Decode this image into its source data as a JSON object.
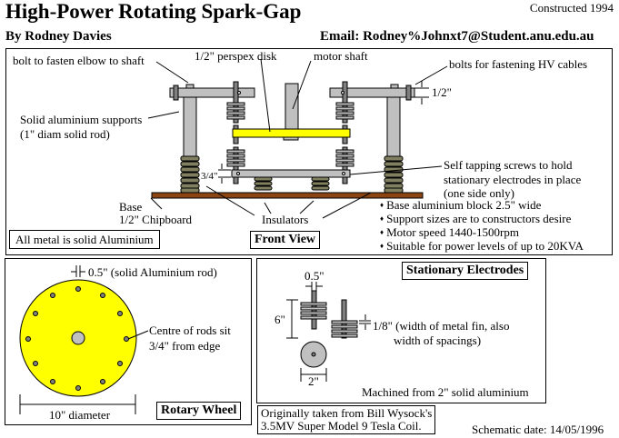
{
  "header": {
    "title": "High-Power Rotating Spark-Gap",
    "constructed": "Constructed 1994",
    "author": "By Rodney Davies",
    "email": "Email: Rodney%Johnxt7@Student.anu.edu.au"
  },
  "front_view": {
    "label": "Front View",
    "note": "All metal is solid Aluminium",
    "callouts": {
      "bolt_elbow": "bolt to fasten elbow to shaft",
      "perspex_disk": "1/2\" perspex disk",
      "motor_shaft": "motor shaft",
      "hv_bolts": "bolts for fastening HV cables",
      "half_inch": "1/2\"",
      "supports_line1": "Solid aluminium supports",
      "supports_line2": "(1\" diam solid rod)",
      "three_quarter": "3/4\"",
      "self_tapping_line1": "Self tapping screws to hold",
      "self_tapping_line2": "stationary electrodes in place",
      "self_tapping_line3": "(one side only)",
      "base_line1": "Base",
      "base_line2": "1/2\" Chipboard",
      "insulators": "Insulators"
    },
    "specs": [
      "Base aluminium block 2.5\" wide",
      "Support sizes are to constructors desire",
      "Motor speed 1440-1500rpm",
      "Suitable for power levels of up to 20KVA"
    ]
  },
  "rotary_wheel": {
    "label": "Rotary Wheel",
    "rod_width": "0.5\" (solid Aluminium rod)",
    "centre_line1": "Centre of rods sit",
    "centre_line2": "3/4\" from edge",
    "diameter": "10\" diameter"
  },
  "stationary_electrodes": {
    "label": "Stationary Electrodes",
    "width_label": "0.5\"",
    "height_label": "6\"",
    "fin_line1": "1/8\" (width of metal fin, also",
    "fin_line2": "width of spacings)",
    "base_width": "2\"",
    "machined": "Machined from 2\" solid aluminium"
  },
  "footer": {
    "source_line1": "Originally taken from Bill Wysock's",
    "source_line2": "3.5MV Super Model 9 Tesla Coil.",
    "schematic_date": "Schematic date: 14/05/1996"
  },
  "colors": {
    "metal": "#c0c0c0",
    "rod": "#808080",
    "perspex": "#ffff00",
    "insulator": "#808060",
    "base": "#8b4513"
  }
}
